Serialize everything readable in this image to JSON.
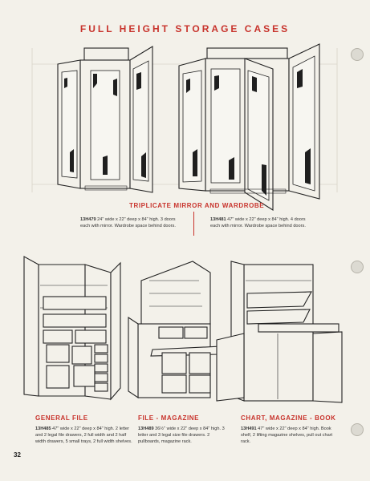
{
  "page_title": "FULL HEIGHT STORAGE CASES",
  "mirror_heading": "TRIPLICATE MIRROR AND WARDROBE",
  "models": {
    "h479": {
      "code": "13H479",
      "text": "24\" wide x 22\" deep x 84\" high. 3 doors each with mirror. Wardrobe space behind doors."
    },
    "h481": {
      "code": "13H481",
      "text": "47\" wide x 22\" deep x 84\" high. 4 doors each with mirror. Wardrobe space behind doors."
    },
    "h485": {
      "heading": "GENERAL FILE",
      "code": "13H485",
      "text": "47\" wide x 22\" deep x 84\" high. 2 letter and 2 legal file drawers, 2 full width and 2 half width drawers, 5 small trays, 2 full width shelves."
    },
    "h489": {
      "heading": "FILE - MAGAZINE",
      "code": "13H489",
      "text": "36½\" wide x 22\" deep x 84\" high. 3 letter and 3 legal size file drawers. 2 pullboards, magazine rack."
    },
    "h491": {
      "heading": "CHART, MAGAZINE - BOOK",
      "code": "13H491",
      "text": "47\" wide x 22\" deep x 84\" high. Book shelf, 2 lifting magazine shelves, pull out chart rack."
    }
  },
  "page_number": "32"
}
